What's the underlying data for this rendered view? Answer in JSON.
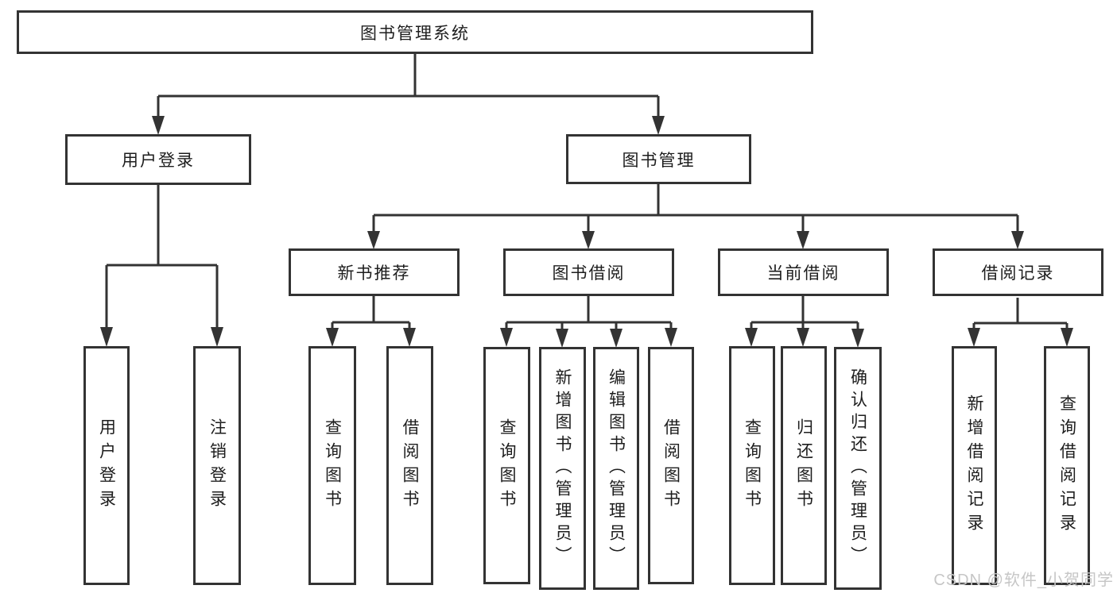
{
  "diagram": {
    "root": "图书管理系统",
    "user_login": {
      "label": "用户登录",
      "children": [
        "用户登录",
        "注销登录"
      ]
    },
    "book_management": {
      "label": "图书管理",
      "groups": [
        {
          "label": "新书推荐",
          "children": [
            "查询图书",
            "借阅图书"
          ]
        },
        {
          "label": "图书借阅",
          "children": [
            "查询图书",
            "新增图书（管理员）",
            "编辑图书（管理员）",
            "借阅图书"
          ]
        },
        {
          "label": "当前借阅",
          "children": [
            "查询图书",
            "归还图书",
            "确认归还（管理员）"
          ]
        },
        {
          "label": "借阅记录",
          "children": [
            "新增借阅记录",
            "查询借阅记录"
          ]
        }
      ]
    }
  },
  "watermark": "CSDN @软件_小贺同学",
  "colors": {
    "line": "#333333",
    "text": "#1d1d1d",
    "watermark": "#c6c6c6",
    "background": "#ffffff"
  }
}
